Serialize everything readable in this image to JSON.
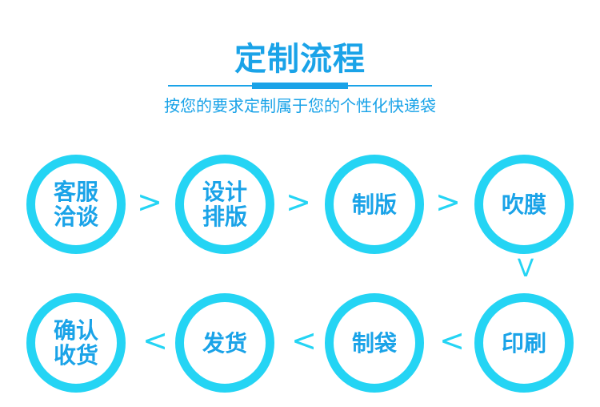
{
  "title": "定制流程",
  "subtitle": "按您的要求定制属于您的个性化快递袋",
  "steps": [
    {
      "label": "客服洽谈"
    },
    {
      "label": "设计排版"
    },
    {
      "label": "制版"
    },
    {
      "label": "吹膜"
    },
    {
      "label": "印刷"
    },
    {
      "label": "制袋"
    },
    {
      "label": "发货"
    },
    {
      "label": "确认收货"
    }
  ],
  "arrows": {
    "right": ">",
    "left": "<",
    "down": "V"
  },
  "colors": {
    "accent": "#1aa3e8",
    "ring": "#24d4f4"
  }
}
